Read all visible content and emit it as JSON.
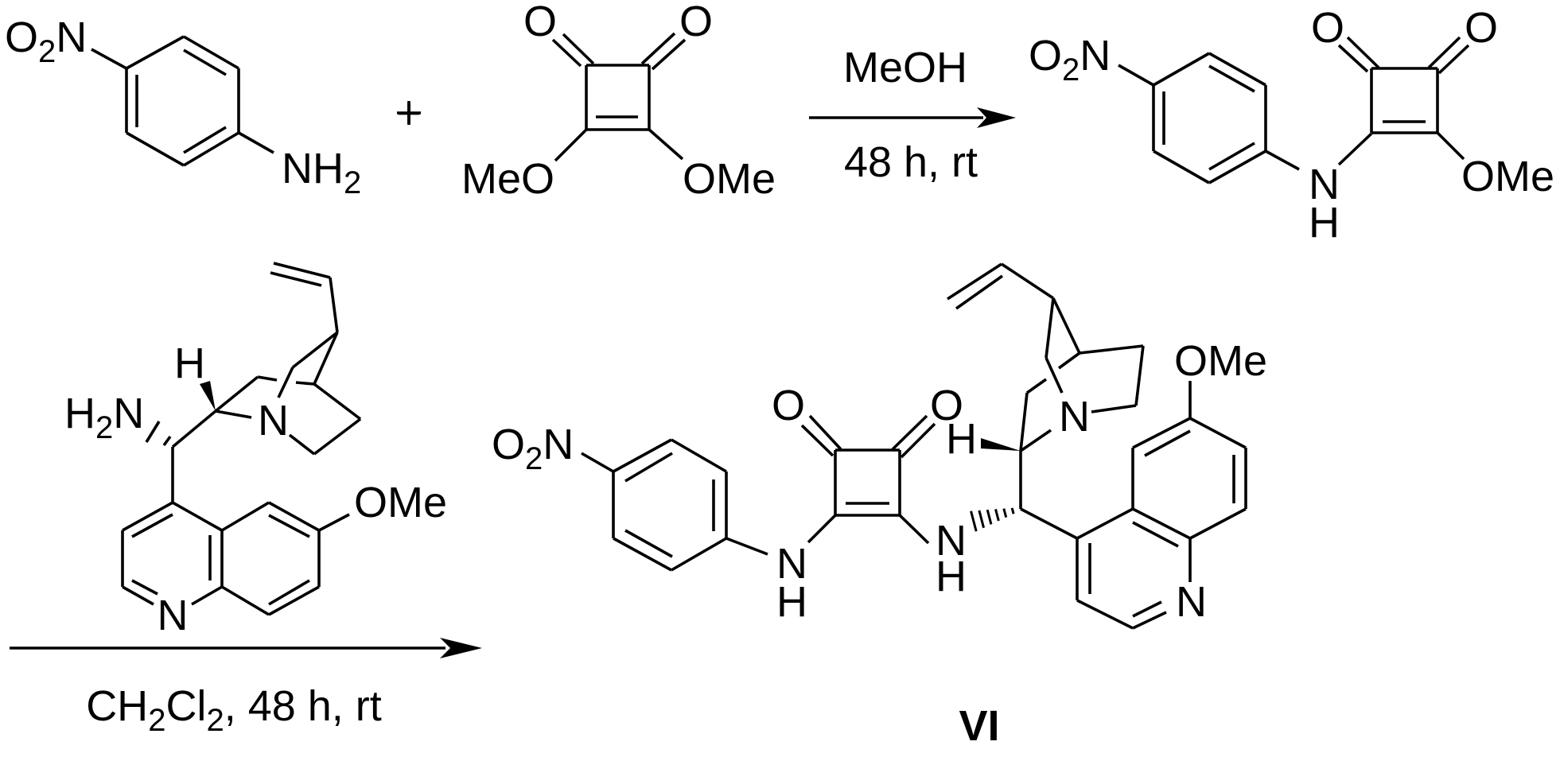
{
  "colors": {
    "ink": "#000000",
    "background": "#ffffff"
  },
  "plus": "+",
  "step1": {
    "reagent": "MeOH",
    "conditions": "48 h, rt"
  },
  "step2": {
    "conditions": {
      "a": "CH",
      "s1": "2",
      "b": "Cl",
      "s2": "2",
      "c": ", 48 h, rt"
    }
  },
  "compound_label": "VI",
  "atoms": {
    "nitro": {
      "a": "O",
      "s": "2",
      "b": "N"
    },
    "amine": {
      "a": "NH",
      "s": "2"
    },
    "amine_left": {
      "a": "H",
      "s": "2",
      "b": "N"
    },
    "O": "O",
    "N": "N",
    "H": "H",
    "OMe": "OMe",
    "MeO": "MeO"
  }
}
